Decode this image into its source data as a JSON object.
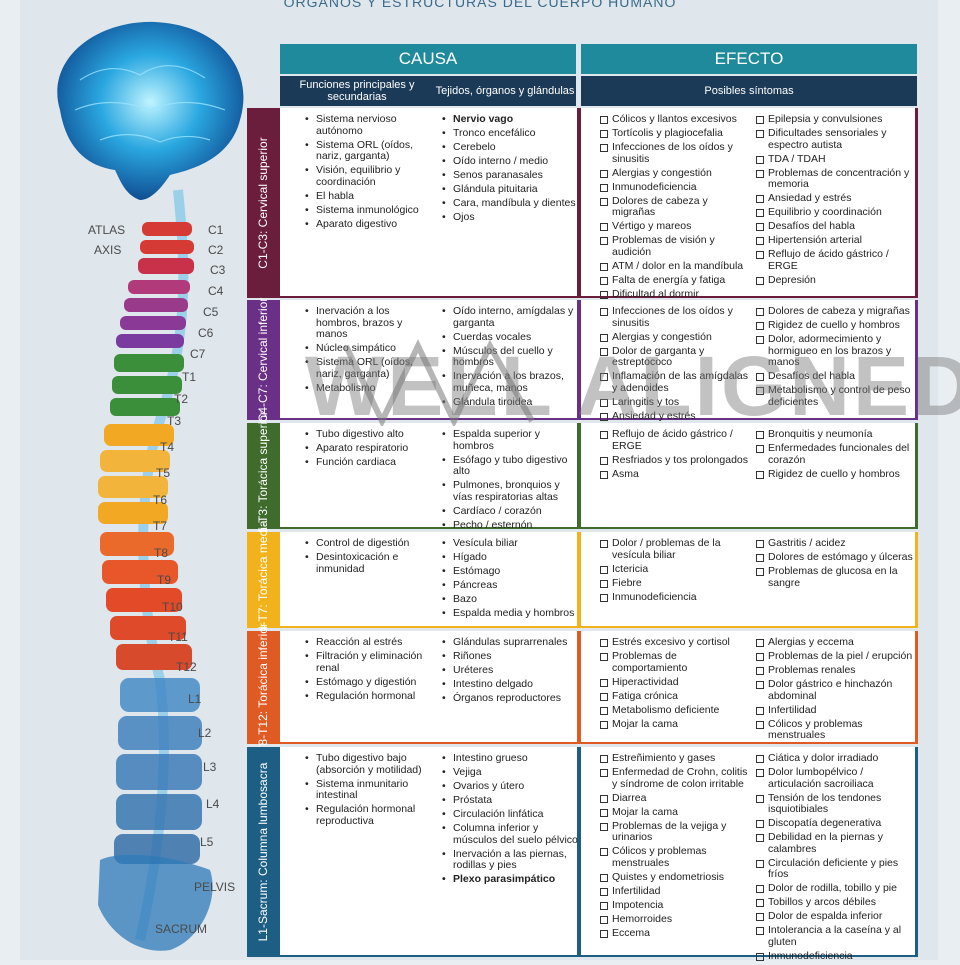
{
  "page_title": "ÓRGANOS Y ESTRUCTURAS DEL CUERPO HUMANO",
  "watermark": "WELL ALIGNED",
  "headers": {
    "causa": "CAUSA",
    "efecto": "EFECTO",
    "funciones": "Funciones principales y secundarias",
    "tejidos": "Tejidos, órganos y glándulas",
    "sintomas": "Posibles síntomas"
  },
  "spine_labels": {
    "left": [
      "ATLAS",
      "AXIS"
    ],
    "vertebrae": [
      "C1",
      "C2",
      "C3",
      "C4",
      "C5",
      "C6",
      "C7",
      "T1",
      "T2",
      "T3",
      "T4",
      "T5",
      "T6",
      "T7",
      "T8",
      "T9",
      "T10",
      "T11",
      "T12",
      "L1",
      "L2",
      "L3",
      "L4",
      "L5",
      "PELVIS",
      "SACRUM"
    ]
  },
  "colors": {
    "header_teal": "#1f8a9b",
    "header_navy": "#1b3a57",
    "cervical_superior": "#6b1d3c",
    "cervical_inferior": "#6a2f86",
    "toracica_superior": "#3f6b2d",
    "toracica_media": "#f2b21b",
    "toracica_inferior": "#e05a24",
    "lumbosacra": "#1d5e84"
  },
  "sections": [
    {
      "label": "C1-C3: Cervical superior",
      "functions": [
        "Sistema nervioso autónomo",
        "Sistema ORL (oídos, nariz, garganta)",
        "Visión, equilibrio y coordinación",
        "El habla",
        "Sistema inmunológico",
        "Aparato digestivo"
      ],
      "tissues": [
        "Nervio vago",
        "Tronco encefálico",
        "Cerebelo",
        "Oído interno / medio",
        "Senos paranasales",
        "Glándula pituitaria",
        "Cara, mandíbula y dientes",
        "Ojos"
      ],
      "symptoms_a": [
        "Cólicos y llantos excesivos",
        "Tortícolis y plagiocefalia",
        "Infecciones de los oídos y sinusitis",
        "Alergias y congestión",
        "Inmunodeficiencia",
        "Dolores de cabeza y migrañas",
        "Vértigo y mareos",
        "Problemas de visión y audición",
        "ATM / dolor en la mandíbula",
        "Falta de energía y fatiga",
        "Dificultad al dormir"
      ],
      "symptoms_b": [
        "Epilepsia y convulsiones",
        "Dificultades sensoriales y espectro autista",
        "TDA / TDAH",
        "Problemas de concentración y memoria",
        "Ansiedad y estrés",
        "Equilibrio y coordinación",
        "Desafíos del habla",
        "Hipertensión arterial",
        "Reflujo de ácido gástrico / ERGE",
        "Depresión"
      ]
    },
    {
      "label": "C4-C7: Cervical inferior",
      "functions": [
        "Inervación a los hombros, brazos y manos",
        "Núcleo simpático",
        "Sistema ORL (oídos, nariz, garganta)",
        "Metabolismo"
      ],
      "tissues": [
        "Oído interno, amígdalas y garganta",
        "Cuerdas vocales",
        "Músculos del cuello y hombros",
        "Inervación a los brazos, muñeca, manos",
        "Glándula tiroidea"
      ],
      "symptoms_a": [
        "Infecciones de los oídos y sinusitis",
        "Alergias y congestión",
        "Dolor de garganta y estreptococo",
        "Inflamación de las amígdalas y adenoides",
        "Laringitis y tos",
        "Ansiedad y estrés"
      ],
      "symptoms_b": [
        "Dolores de cabeza y migrañas",
        "Rigidez de cuello y hombros",
        "Dolor, adormecimiento y hormigueo en los brazos y manos",
        "Desafíos del habla",
        "Metabolismo y control de peso deficientes"
      ]
    },
    {
      "label": "T1-T3: Torácica superior",
      "functions": [
        "Tubo digestivo alto",
        "Aparato respiratorio",
        "Función cardiaca"
      ],
      "tissues": [
        "Espalda superior y hombros",
        "Esófago y tubo digestivo alto",
        "Pulmones, bronquios y vías respiratorias altas",
        "Cardíaco / corazón",
        "Pecho / esternón"
      ],
      "symptoms_a": [
        "Reflujo de ácido gástrico / ERGE",
        "Resfriados y tos prolongados",
        "Asma"
      ],
      "symptoms_b": [
        "Bronquitis y neumonía",
        "Enfermedades funcionales del corazón",
        "Rigidez de cuello y hombros"
      ]
    },
    {
      "label": "T4-T7: Torácica media",
      "functions": [
        "Control de digestión",
        "Desintoxicación e inmunidad"
      ],
      "tissues": [
        "Vesícula biliar",
        "Hígado",
        "Estómago",
        "Páncreas",
        "Bazo",
        "Espalda media y hombros"
      ],
      "symptoms_a": [
        "Dolor / problemas de la vesícula biliar",
        "Ictericia",
        "Fiebre",
        "Inmunodeficiencia"
      ],
      "symptoms_b": [
        "Gastritis / acidez",
        "Dolores de estómago y úlceras",
        "Problemas de glucosa en la sangre"
      ]
    },
    {
      "label": "T8-T12: Torácica inferior",
      "functions": [
        "Reacción al estrés",
        "Filtración y eliminación renal",
        "Estómago y digestión",
        "Regulación hormonal"
      ],
      "tissues": [
        "Glándulas suprarrenales",
        "Riñones",
        "Uréteres",
        "Intestino delgado",
        "Órganos reproductores"
      ],
      "symptoms_a": [
        "Estrés excesivo y cortisol",
        "Problemas de comportamiento",
        "Hiperactividad",
        "Fatiga crónica",
        "Metabolismo deficiente",
        "Mojar la cama"
      ],
      "symptoms_b": [
        "Alergias y eccema",
        "Problemas de la piel / erupción",
        "Problemas renales",
        "Dolor gástrico e hinchazón abdominal",
        "Infertilidad",
        "Cólicos y problemas menstruales"
      ]
    },
    {
      "label": "L1-Sacrum: Columna lumbosacra",
      "functions": [
        "Tubo digestivo bajo (absorción y motilidad)",
        "Sistema inmunitario intestinal",
        "Regulación hormonal reproductiva"
      ],
      "tissues": [
        "Intestino grueso",
        "Vejiga",
        "Ovarios y útero",
        "Próstata",
        "Circulación linfática",
        "Columna inferior y músculos del suelo pélvico",
        "Inervación a las piernas, rodillas y pies",
        "Plexo parasimpático"
      ],
      "symptoms_a": [
        "Estreñimiento y gases",
        "Enfermedad de Crohn, colitis y síndrome de colon irritable",
        "Diarrea",
        "Mojar la cama",
        "Problemas de la vejiga y urinarios",
        "Cólicos y problemas menstruales",
        "Quistes y endometriosis",
        "Infertilidad",
        "Impotencia",
        "Hemorroides",
        "Eccema"
      ],
      "symptoms_b": [
        "Ciática y dolor irradiado",
        "Dolor lumbopélvico / articulación sacroiliaca",
        "Tensión de los tendones isquiotibiales",
        "Discopatía degenerativa",
        "Debilidad en la piernas y calambres",
        "Circulación deficiente y pies fríos",
        "Dolor de rodilla, tobillo y pie",
        "Tobillos y arcos débiles",
        "Dolor de espalda inferior",
        "Intolerancia a la caseína y al gluten",
        "Inmunodeficiencia"
      ]
    }
  ]
}
